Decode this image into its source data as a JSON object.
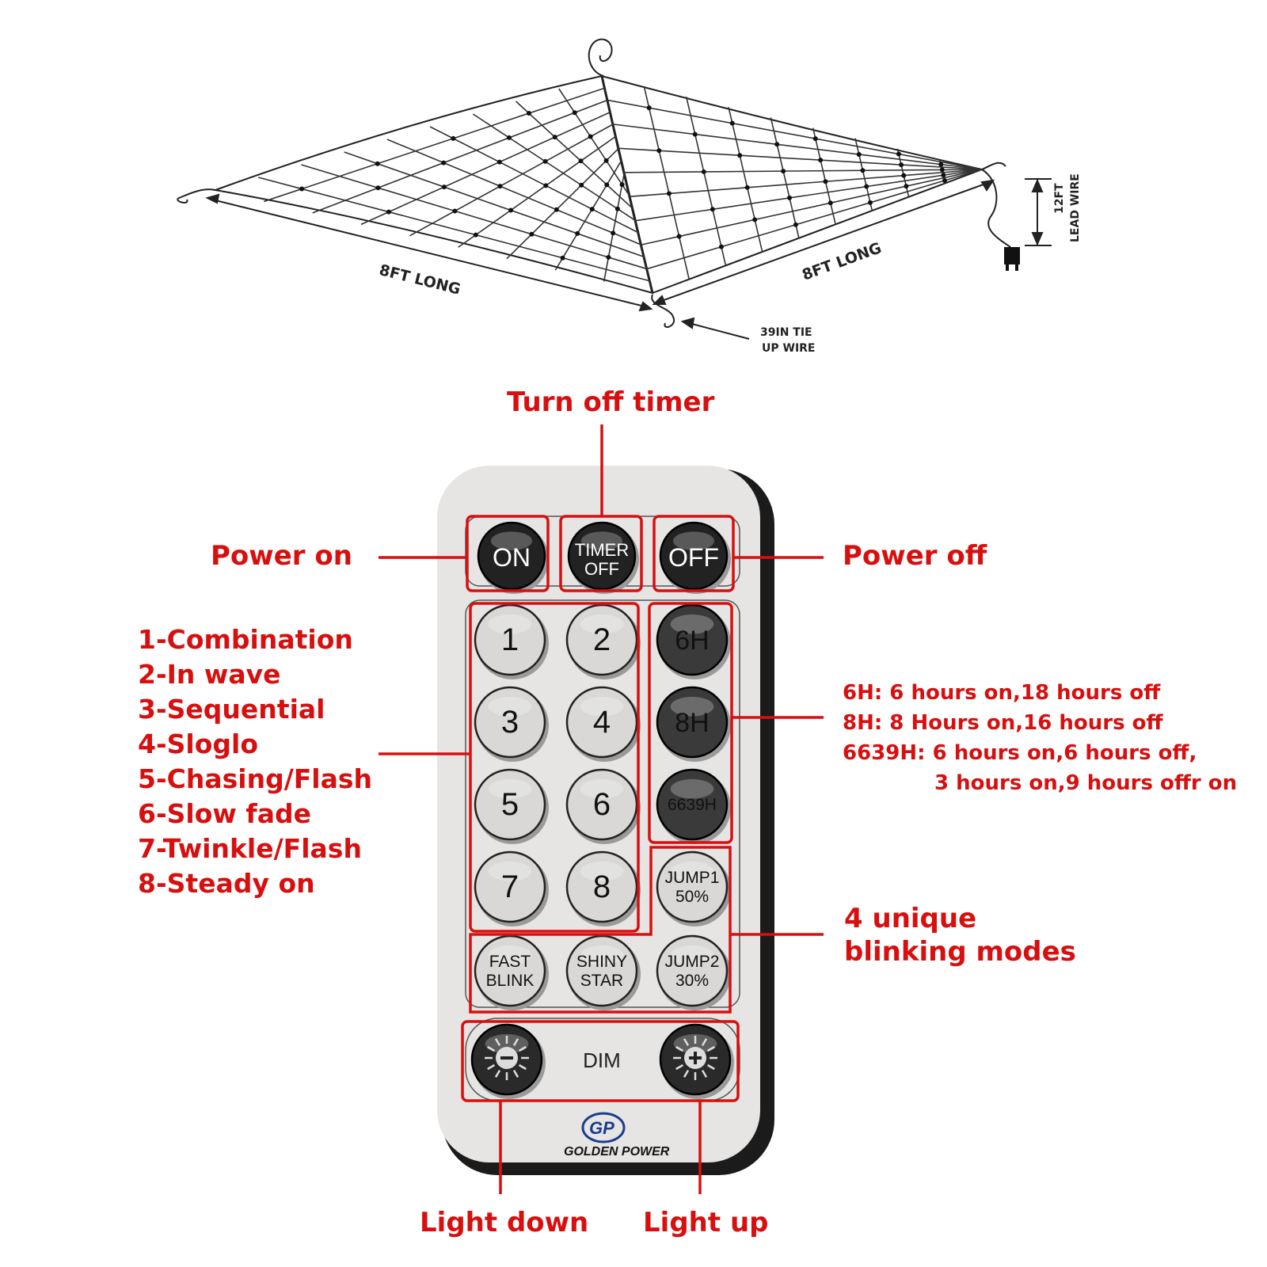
{
  "net_diagram": {
    "left_length": "8FT LONG",
    "right_length": "8FT LONG",
    "lead_length": "12FT",
    "lead_label": "LEAD WIRE",
    "tie_wire_line1": "39IN TIE",
    "tie_wire_line2": "UP WIRE"
  },
  "annotations": {
    "timer": "Turn off timer",
    "power_on": "Power on",
    "power_off": "Power off",
    "modes": [
      "1-Combination",
      "2-In wave",
      "3-Sequential",
      "4-Sloglo",
      "5-Chasing/Flash",
      "6-Slow fade",
      "7-Twinkle/Flash",
      "8-Steady on"
    ],
    "timers": [
      "6H: 6 hours on,18 hours off",
      "8H: 8 Hours on,16 hours off",
      "6639H: 6 hours on,6 hours off,",
      "3 hours on,9 hours offr on"
    ],
    "blink_line1": "4 unique",
    "blink_line2": "blinking modes",
    "light_down": "Light down",
    "light_up": "Light up"
  },
  "remote": {
    "on": "ON",
    "timer_off_line1": "TIMER",
    "timer_off_line2": "OFF",
    "off": "OFF",
    "numbers": [
      "1",
      "2",
      "3",
      "4",
      "5",
      "6",
      "7",
      "8"
    ],
    "timer_6h": "6H",
    "timer_8h": "8H",
    "timer_6639h": "6639H",
    "jump1_line1": "JUMP1",
    "jump1_line2": "50%",
    "fast_line1": "FAST",
    "fast_line2": "BLINK",
    "shiny_line1": "SHINY",
    "shiny_line2": "STAR",
    "jump2_line1": "JUMP2",
    "jump2_line2": "30%",
    "dim": "DIM",
    "logo_mark": "GP",
    "logo_text": "GOLDEN POWER"
  },
  "colors": {
    "annotation_red": "#d80f0f",
    "remote_face": "#e6e5e3",
    "remote_frame": "#1b1b1b",
    "dark_button": "#222222",
    "light_button": "#d9d8d6"
  }
}
